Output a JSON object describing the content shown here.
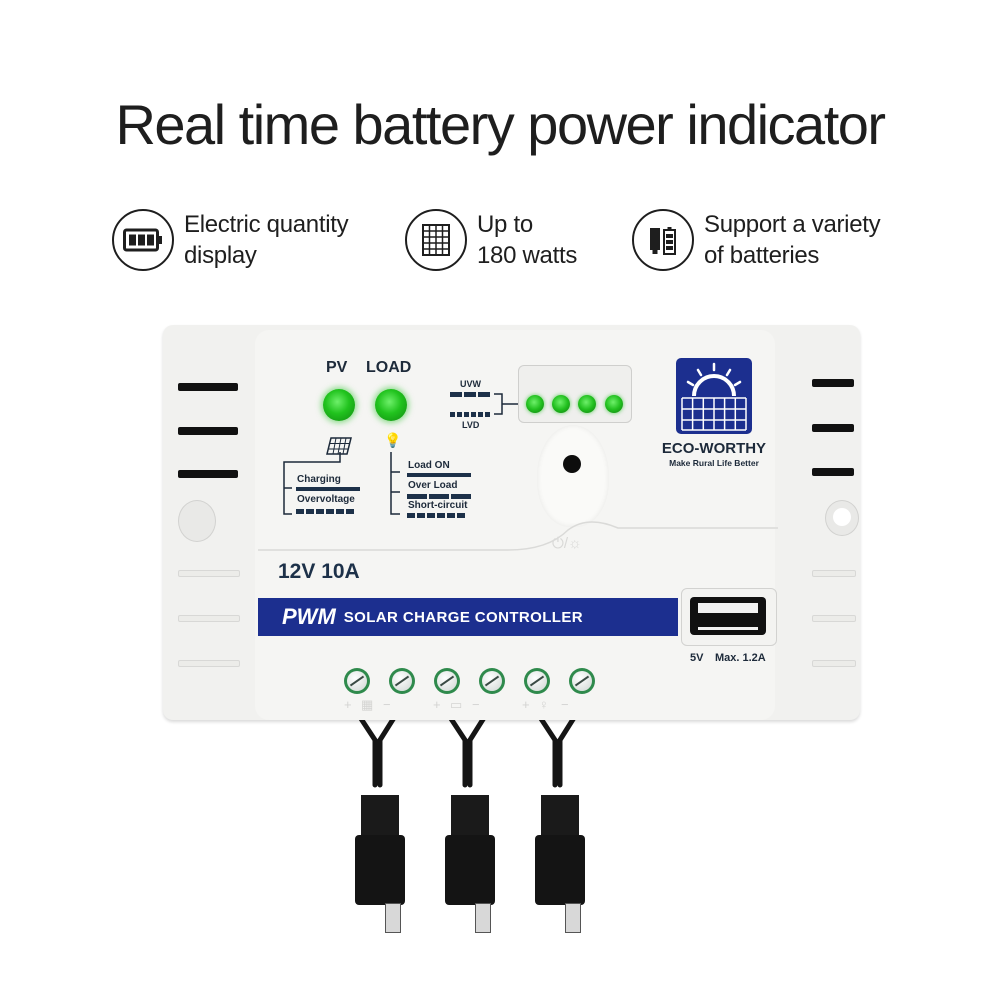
{
  "headline": "Real time battery power indicator",
  "features": [
    {
      "icon": "battery-level-icon",
      "line1": "Electric quantity",
      "line2": "display"
    },
    {
      "icon": "solar-panel-icon",
      "line1": "Up to",
      "line2": "180 watts"
    },
    {
      "icon": "batteries-icon",
      "line1": "Support a variety",
      "line2": "of batteries"
    }
  ],
  "device": {
    "indicators": {
      "pv": "PV",
      "load": "LOAD"
    },
    "battery_scale": {
      "top": "UVW",
      "bottom": "LVD",
      "led_count": 4
    },
    "pv_legend": [
      "Charging",
      "Overvoltage"
    ],
    "load_legend": [
      "Load ON",
      "Over Load",
      "Short-circuit"
    ],
    "rating": "12V 10A",
    "banner": {
      "bold": "PWM",
      "text": "SOLAR CHARGE CONTROLLER"
    },
    "usb_label": {
      "voltage": "5V",
      "current": "Max. 1.2A"
    },
    "power_symbol": "⏻/☼",
    "terminal_labels": [
      "+",
      "▦",
      "−",
      "+",
      "▭",
      "−",
      "+",
      "♀",
      "−"
    ],
    "brand": {
      "name": "ECO-WORTHY",
      "tagline": "Make Rural Life Better"
    }
  },
  "colors": {
    "brand_blue": "#1c2f8f",
    "led_green": "#22c01f",
    "terminal_green": "#2f8a4c",
    "text_dark": "#1d2a3a"
  }
}
